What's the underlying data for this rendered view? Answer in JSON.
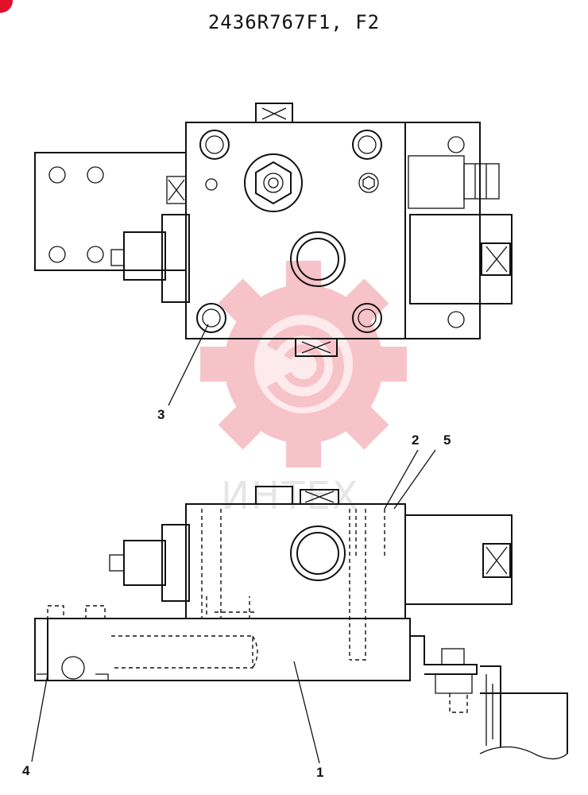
{
  "drawing": {
    "title": "2436R767F1, F2",
    "callouts": {
      "c1": "1",
      "c2": "2",
      "c3": "3",
      "c4": "4",
      "c5": "5"
    },
    "watermark_text": "ИНТЕХ",
    "colors": {
      "line": "#111111",
      "watermark": "#f3b0b6",
      "badge": "#e0102a"
    }
  }
}
